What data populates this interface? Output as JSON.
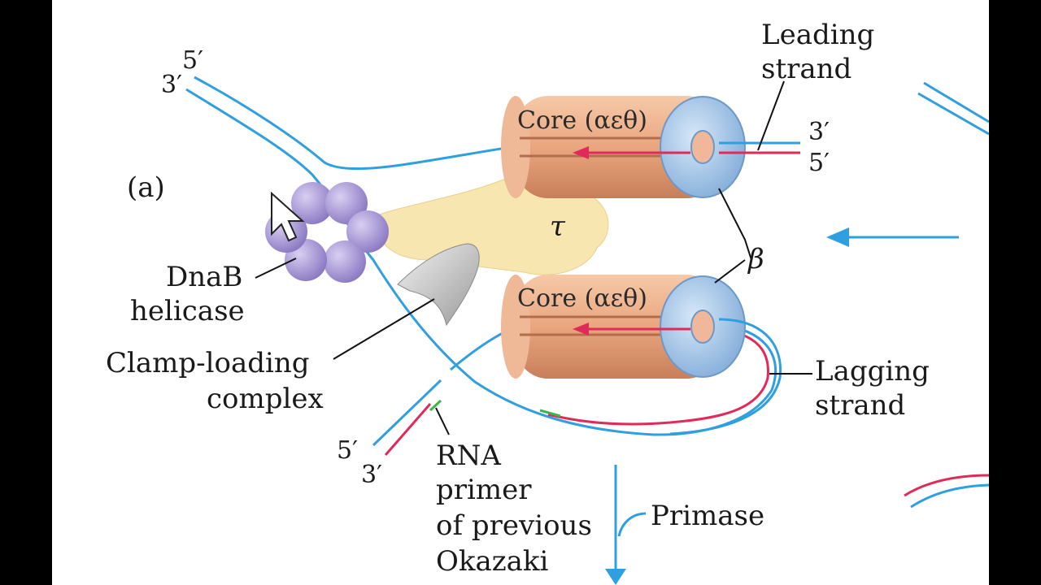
{
  "panel_label": "(a)",
  "labels": {
    "leading_strand_line1": "Leading",
    "leading_strand_line2": "strand",
    "lagging_strand_line1": "Lagging",
    "lagging_strand_line2": "strand",
    "helicase_line1": "DnaB",
    "helicase_line2": "helicase",
    "clamp_loader_line1": "Clamp-loading",
    "clamp_loader_line2": "complex",
    "rna_primer_line1": "RNA",
    "rna_primer_line2": "primer",
    "rna_primer_line3": "of previous",
    "rna_primer_line4": "Okazaki",
    "primase": "Primase",
    "tau": "τ",
    "beta": "β",
    "core_top": "Core (αεθ)",
    "core_bottom": "Core (αεθ)"
  },
  "ends": {
    "top_left_5": "5′",
    "top_left_3": "3′",
    "leading_3": "3′",
    "leading_5": "5′",
    "bottom_5": "5′",
    "bottom_3": "3′"
  },
  "colors": {
    "dna_parental": "#2f9fe0",
    "dna_new": "#e02a5a",
    "rna_primer": "#3cb44b",
    "core_enzyme": "#e9a67f",
    "beta_clamp": "#9cc3ea",
    "helicase": "#a999d6",
    "tau_complex": "#f8e6b0",
    "clamp_loader": "#c9c9c9"
  }
}
